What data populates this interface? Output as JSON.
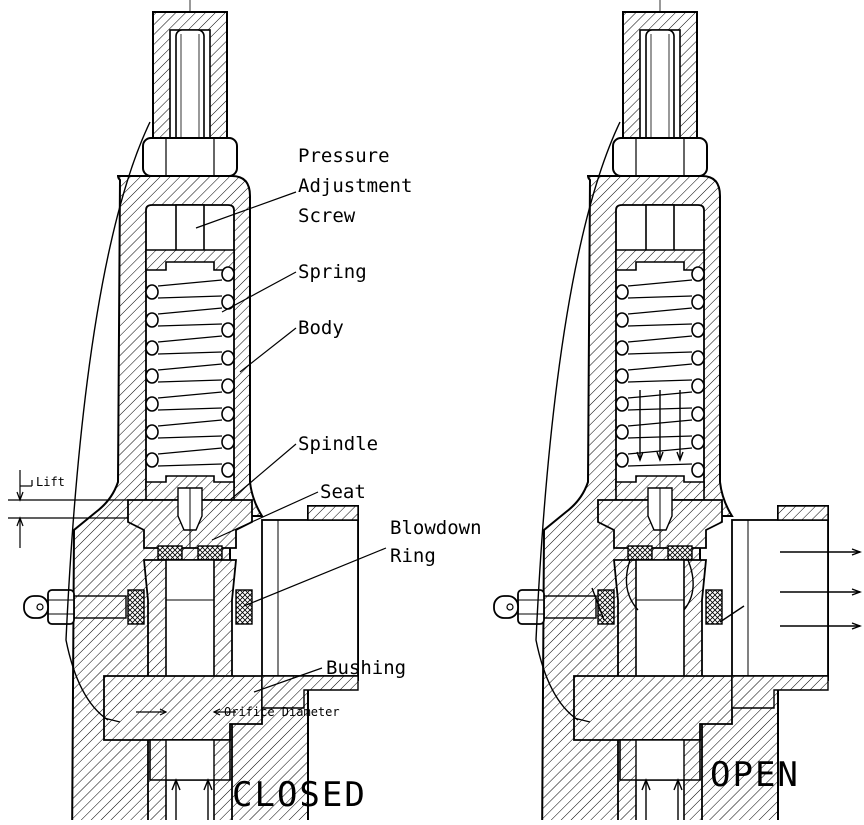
{
  "diagram": {
    "labels": {
      "pressure_line1": "Pressure",
      "pressure_line2": "Adjustment",
      "pressure_line3": "Screw",
      "spring": "Spring",
      "body": "Body",
      "spindle": "Spindle",
      "seat": "Seat",
      "blowdown_line1": "Blowdown",
      "blowdown_line2": "Ring",
      "bushing": "Bushing",
      "lift": "Lift",
      "orifice": "Orifice Diameter"
    },
    "states": {
      "closed": "CLOSED",
      "open": "OPEN"
    }
  }
}
